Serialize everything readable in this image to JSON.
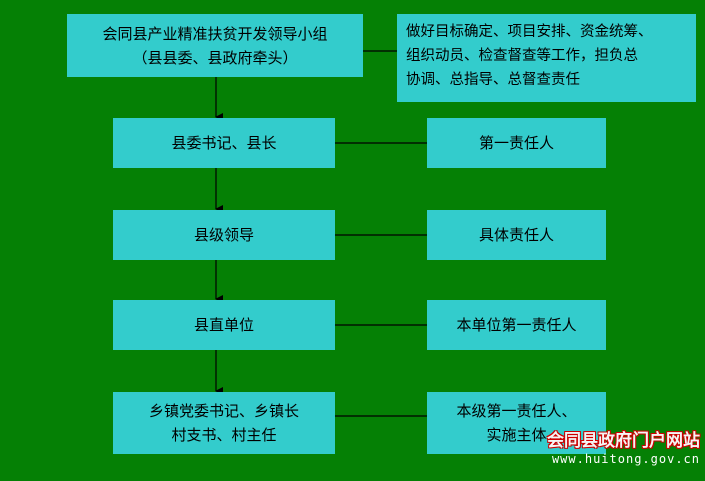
{
  "top_box": {
    "line1": "会同县产业精准扶贫开发领导小组",
    "line2": "（县县委、县政府牵头）"
  },
  "duty_box": {
    "line1": "做好目标确定、项目安排、资金统筹、",
    "line2": "组织动员、检查督查等工作，担负总",
    "line3": "协调、总指导、总督查责任"
  },
  "levels": [
    {
      "left": "县委书记、县长",
      "right": "第一责任人"
    },
    {
      "left": "县级领导",
      "right": "具体责任人"
    },
    {
      "left": "县直单位",
      "right": "本单位第一责任人"
    },
    {
      "left_line1": "乡镇党委书记、乡镇长",
      "left_line2": "村支书、村主任",
      "right_line1": "本级第一责任人、",
      "right_line2": "实施主体"
    }
  ],
  "watermark": {
    "name": "会同县政府门户网站",
    "url": "www.huitong.gov.cn"
  },
  "colors": {
    "background": "#058005",
    "box": "#33cccc",
    "line": "#000000",
    "watermark_outline": "#cc0000"
  }
}
